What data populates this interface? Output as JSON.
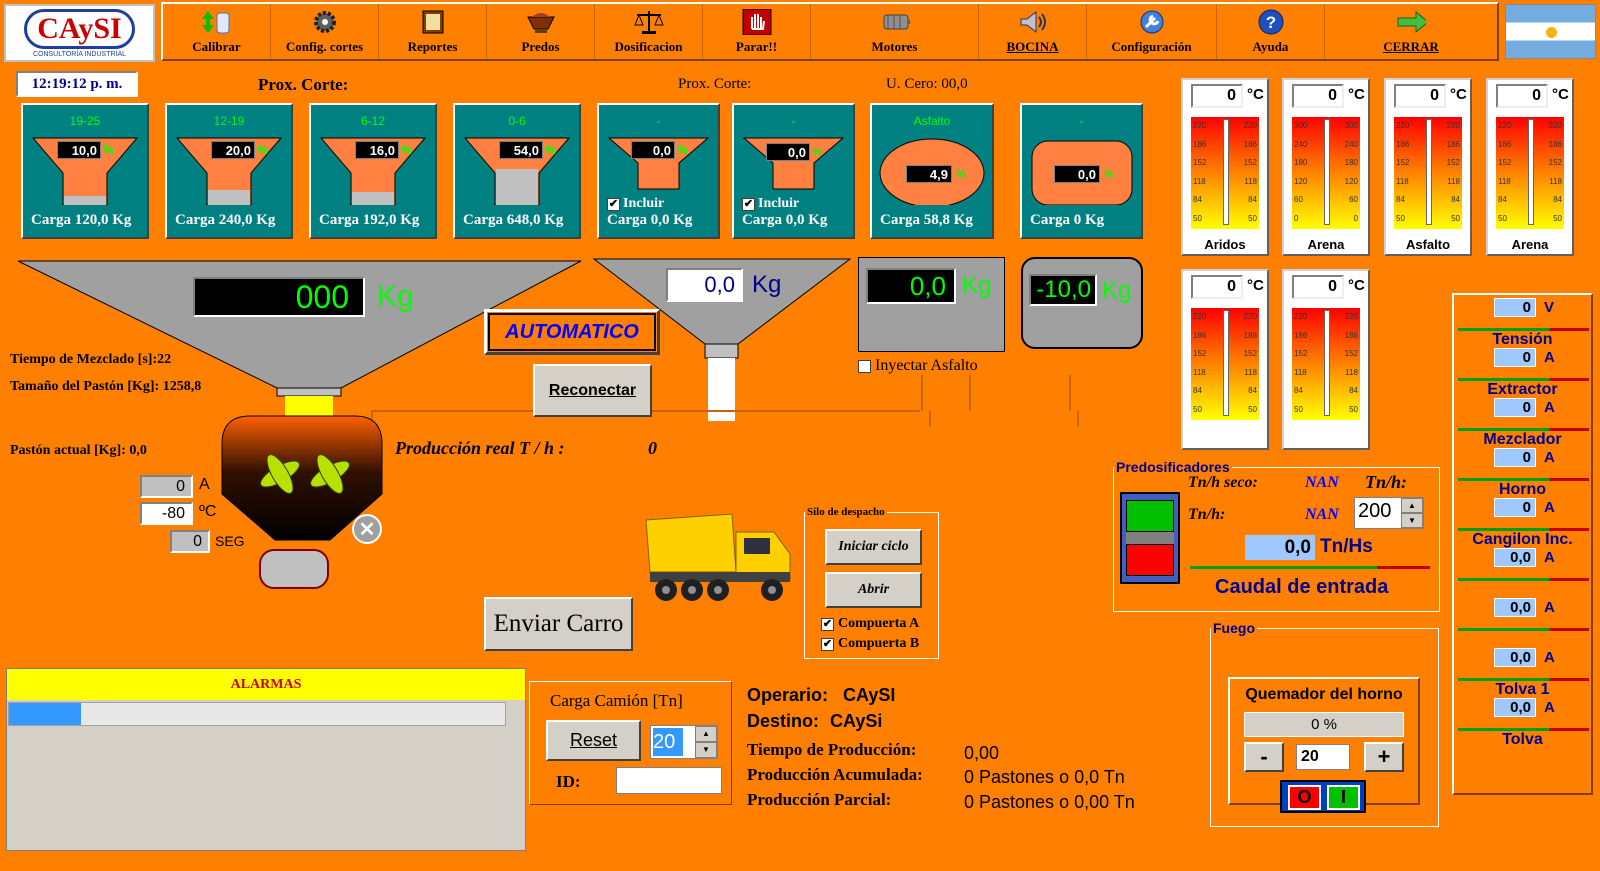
{
  "logo": {
    "brand": "CAySI",
    "sub": "CONSULTORÍA INDUSTRIAL"
  },
  "toolbar": [
    {
      "label": "Calibrar",
      "icon": "calibrate-icon"
    },
    {
      "label": "Config. cortes",
      "icon": "gear-icon"
    },
    {
      "label": "Reportes",
      "icon": "report-icon"
    },
    {
      "label": "Predos",
      "icon": "hopper-icon"
    },
    {
      "label": "Dosificacion",
      "icon": "scale-icon"
    },
    {
      "label": "Parar!!",
      "icon": "stop-hand-icon"
    },
    {
      "label": "Motores",
      "icon": "motor-icon"
    },
    {
      "label": "BOCINA",
      "icon": "horn-icon"
    },
    {
      "label": "Configuración",
      "icon": "wrench-icon"
    },
    {
      "label": "Ayuda",
      "icon": "help-icon"
    },
    {
      "label": "CERRAR",
      "icon": "exit-arrow-icon"
    }
  ],
  "clock": "12:19:12 p. m.",
  "prox_corte_bold": "Prox. Corte:",
  "prox_corte": "Prox. Corte:",
  "u_cero": "U. Cero: 00,0",
  "hoppers": [
    {
      "range": "19-25",
      "value": "10,0",
      "pct": "%",
      "carga": "Carga 120,0 Kg",
      "level": 0.15
    },
    {
      "range": "12-19",
      "value": "20,0",
      "pct": "%",
      "carga": "Carga 240,0 Kg",
      "level": 0.25
    },
    {
      "range": "6-12",
      "value": "16,0",
      "pct": "%",
      "carga": "Carga 192,0 Kg",
      "level": 0.22
    },
    {
      "range": "0-6",
      "value": "54,0",
      "pct": "%",
      "carga": "Carga 648,0 Kg",
      "level": 0.6
    },
    {
      "range": "-",
      "value": "0,0",
      "pct": "%",
      "carga": "Carga 0,0 Kg",
      "incluir": "Incluir",
      "level": 0
    },
    {
      "range": "-",
      "value": "0,0",
      "pct": "%",
      "carga": "Carga 0,0 Kg",
      "incluir": "Incluir",
      "level": 0
    },
    {
      "range": "Asfalto",
      "value": "4,9",
      "pct": "%",
      "carga": "Carga 58,8 Kg"
    },
    {
      "range": "-",
      "value": "0,0",
      "pct": "%",
      "carga": "Carga  0 Kg"
    }
  ],
  "main_weight": {
    "value": "000",
    "unit": "Kg"
  },
  "mid_weight": {
    "value": "0,0",
    "unit": "Kg"
  },
  "asph_weight": {
    "value": "0,0",
    "unit": "Kg"
  },
  "right_weight": {
    "value": "-10,0",
    "unit": "Kg"
  },
  "mode": "AUTOMATICO",
  "reconectar": "Reconectar",
  "inyectar": "Inyectar Asfalto",
  "tiempo_mezclado": "Tiempo de Mezclado [s]:22",
  "tamano_paston": "Tamaño del Pastón [Kg]: 1258,8",
  "paston_actual": "Pastón actual [Kg]: 0,0",
  "produccion_real": {
    "label": "Producción real T / h :",
    "value": "0"
  },
  "mixer": {
    "amps": "0",
    "amps_unit": "A",
    "temp": "-80",
    "temp_unit": "ºC",
    "seg": "0",
    "seg_unit": "SEG"
  },
  "enviar_carro": "Enviar Carro",
  "silo": {
    "title": "Silo de despacho",
    "iniciar": "Iniciar ciclo",
    "abrir": "Abrir",
    "compuerta_a": "Compuerta A",
    "compuerta_b": "Compuerta B"
  },
  "alarmas": {
    "title": "ALARMAS"
  },
  "carga_camion": {
    "title": "Carga Camión [Tn]",
    "reset": "Reset",
    "value": "20",
    "id_label": "ID:"
  },
  "info": {
    "operario_label": "Operario:",
    "operario": "CAySI",
    "destino_label": "Destino:",
    "destino": "CAySi",
    "tiempo_label": "Tiempo de Producción:",
    "tiempo": "0,00",
    "acum_label": "Producción Acumulada:",
    "acum": "0 Pastones o 0,0 Tn",
    "parcial_label": "Producción Parcial:",
    "parcial": "0 Pastones o 0,00 Tn"
  },
  "thermometers": [
    {
      "name": "Aridos",
      "temp": "0",
      "unit": "°C",
      "ticks": [
        "220",
        "186",
        "152",
        "118",
        "84",
        "50"
      ]
    },
    {
      "name": "Arena",
      "temp": "0",
      "unit": "°C",
      "ticks": [
        "300",
        "240",
        "180",
        "120",
        "60",
        "0"
      ]
    },
    {
      "name": "Asfalto",
      "temp": "0",
      "unit": "°C",
      "ticks": [
        "220",
        "186",
        "152",
        "118",
        "84",
        "50"
      ]
    },
    {
      "name": "Arena",
      "temp": "0",
      "unit": "°C",
      "ticks": [
        "220",
        "186",
        "152",
        "118",
        "84",
        "50"
      ]
    },
    {
      "name": "",
      "temp": "0",
      "unit": "°C",
      "ticks": [
        "220",
        "186",
        "152",
        "118",
        "84",
        "50"
      ]
    },
    {
      "name": "",
      "temp": "0",
      "unit": "°C",
      "ticks": [
        "220",
        "186",
        "152",
        "118",
        "84",
        "50"
      ]
    }
  ],
  "predos": {
    "title": "Predosificadores",
    "seco_label": "Tn/h seco:",
    "seco": "NAN",
    "tnh_unit": "Tn/h:",
    "tnh_label": "Tn/h:",
    "tnh": "NAN",
    "spin": "200",
    "flow": "0,0",
    "flow_unit": "Tn/Hs",
    "caudal": "Caudal de entrada"
  },
  "fuego": {
    "title": "Fuego",
    "quemador": "Quemador del horno",
    "pct": "0 %",
    "minus": "-",
    "value": "20",
    "plus": "+",
    "off": "O",
    "on": "I"
  },
  "motors": [
    {
      "value": "0",
      "unit": "V",
      "name": "Tensión"
    },
    {
      "value": "0",
      "unit": "A",
      "name": "Extractor"
    },
    {
      "value": "0",
      "unit": "A",
      "name": "Mezclador"
    },
    {
      "value": "0",
      "unit": "A",
      "name": "Horno"
    },
    {
      "value": "0",
      "unit": "A",
      "name": "Cangilon Inc."
    },
    {
      "value": "0,0",
      "unit": "A",
      "name": ""
    },
    {
      "value": "0,0",
      "unit": "A",
      "name": ""
    },
    {
      "value": "0,0",
      "unit": "A",
      "name": "Tolva 1"
    },
    {
      "value": "0,0",
      "unit": "A",
      "name": "Tolva"
    }
  ],
  "colors": {
    "background": "#ff8000",
    "hopper": "#008080",
    "display_green": "#00ff00",
    "title_blue": "#00008b"
  }
}
